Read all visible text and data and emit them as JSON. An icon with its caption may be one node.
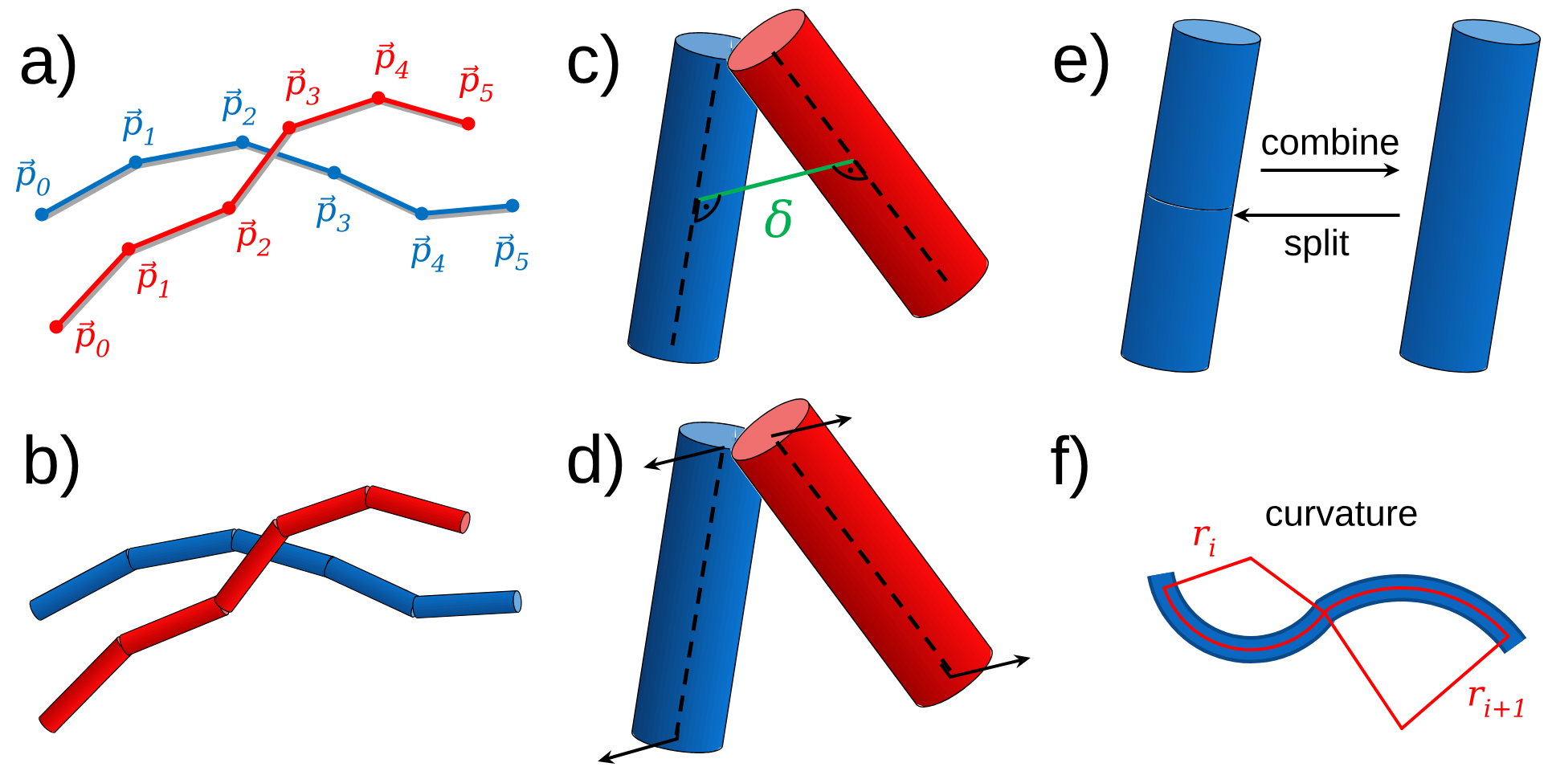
{
  "diagram": {
    "nodes": [
      {
        "text": [],
        "shape": "cylinder"
      },
      {
        "text": [],
        "shape": "cylinder"
      },
      {
        "text": [],
        "shape": "cylinder"
      },
      {
        "text": [],
        "shape": "cylinder"
      },
      {
        "text": [],
        "shape": "cylinder"
      },
      {
        "text": [],
        "shape": "cylinder"
      },
      {
        "text": [],
        "shape": "cylinder"
      }
    ],
    "edges": [
      {
        "from": 2,
        "to": 4,
        "arrow": "to",
        "label": "combine"
      },
      {
        "from": 4,
        "to": 3,
        "arrow": "to",
        "label": "split"
      }
    ],
    "labels": [
      "a)",
      "p⃗$_{0}$",
      "p⃗$_{1}$",
      "p⃗$_{2}$",
      "p⃗$_{3}$",
      "p⃗$_{4}$",
      "p⃗$_{5}$",
      "p⃗$_{0}$",
      "p⃗$_{1}$",
      "p⃗$_{2}$",
      "p⃗$_{3}$",
      "p⃗$_{4}$",
      "p⃗$_{5}$",
      "c)",
      "δ",
      "e)",
      "b)",
      "d)",
      "f)",
      "curvature",
      "r$_{i}$",
      "r$_{i+1}$"
    ]
  }
}
